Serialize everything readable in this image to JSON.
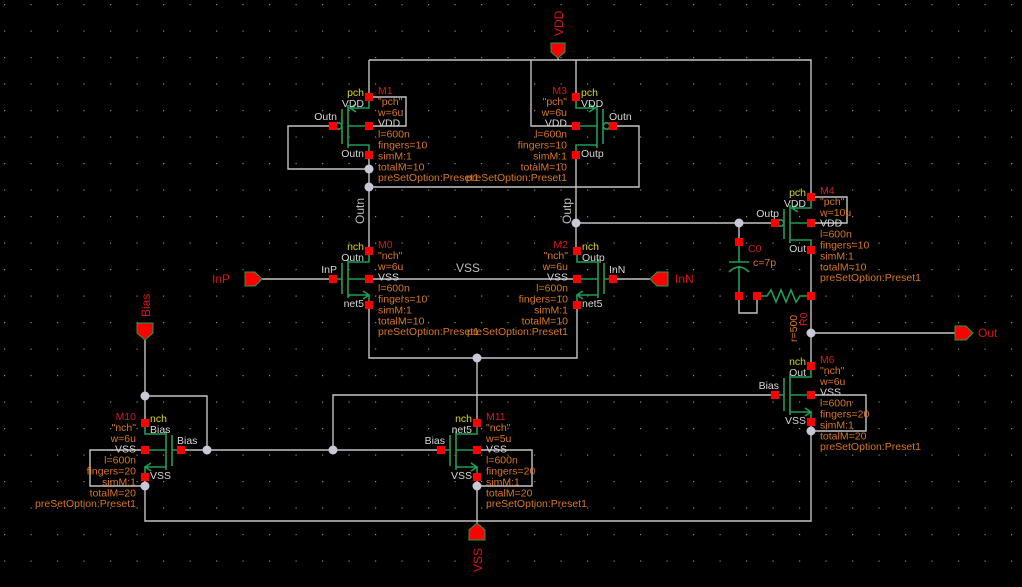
{
  "colors": {
    "background": "#000000",
    "wire": "#c4c4c8",
    "symbol": "#1f9d55",
    "pin": "#ff0000",
    "instance_name": "#d21c1c",
    "parameter": "#d9781c",
    "model_label": "#d8d820"
  },
  "pins": {
    "vdd": {
      "label": "VDD",
      "direction": "input"
    },
    "inp": {
      "label": "InP",
      "direction": "input"
    },
    "inn": {
      "label": "InN",
      "direction": "input"
    },
    "out": {
      "label": "Out",
      "direction": "output"
    },
    "bias": {
      "label": "Bias",
      "direction": "input"
    },
    "vss": {
      "label": "VSS",
      "direction": "input"
    }
  },
  "nets": {
    "outn": "Outn",
    "outp": "Outp",
    "vss": "VSS"
  },
  "instances": [
    {
      "id": "M1",
      "name": "M1",
      "model": "pch",
      "terminals": {
        "top": "VDD",
        "gate": "Outn",
        "bulk": "VDD",
        "bottom": "Outn"
      },
      "params": [
        "\"pch\"",
        "w=6u",
        "l=600n",
        "fingers=10",
        "simM:1",
        "totalM=10",
        "preSetOption:Preset1"
      ]
    },
    {
      "id": "M3",
      "name": "M3",
      "model": "pch",
      "terminals": {
        "top": "VDD",
        "gate": "Outn",
        "bulk": "VDD",
        "bottom": "Outp"
      },
      "params": [
        "\"pch\"",
        "w=6u",
        "l=600n",
        "fingers=10",
        "simM:1",
        "totalM=10",
        "preSetOption:Preset1"
      ]
    },
    {
      "id": "M0",
      "name": "M0",
      "model": "nch",
      "terminals": {
        "top": "Outn",
        "gate": "InP",
        "bulk": "VSS",
        "bottom": "net5"
      },
      "params": [
        "\"nch\"",
        "w=6u",
        "l=600n",
        "fingers=10",
        "simM:1",
        "totalM=10",
        "preSetOption:Preset1"
      ]
    },
    {
      "id": "M2",
      "name": "M2",
      "model": "nch",
      "terminals": {
        "top": "Outp",
        "gate": "InN",
        "bulk": "VSS",
        "bottom": "net5"
      },
      "params": [
        "\"nch\"",
        "w=6u",
        "l=600n",
        "fingers=10",
        "simM:1",
        "totalM=10",
        "preSetOption:Preset1"
      ]
    },
    {
      "id": "M4",
      "name": "M4",
      "model": "pch",
      "terminals": {
        "top": "VDD",
        "gate": "Outp",
        "bulk": "VDD",
        "bottom": "Out"
      },
      "params": [
        "\"pch\"",
        "w=10u",
        "l=600n",
        "fingers=10",
        "simM:1",
        "totalM=10",
        "preSetOption:Preset1"
      ]
    },
    {
      "id": "M6",
      "name": "M6",
      "model": "nch",
      "terminals": {
        "top": "Out",
        "gate": "Bias",
        "bulk": "VSS",
        "bottom": "VSS"
      },
      "params": [
        "\"nch\"",
        "w=6u",
        "l=600n",
        "fingers=20",
        "simM:1",
        "totalM=20",
        "preSetOption:Preset1"
      ]
    },
    {
      "id": "M10",
      "name": "M10",
      "model": "nch",
      "terminals": {
        "top": "Bias",
        "gate": "Bias",
        "bulk": "VSS",
        "bottom": "VSS"
      },
      "params": [
        "\"nch\"",
        "w=6u",
        "l=600n",
        "fingers=20",
        "simM:1",
        "totalM=20",
        "preSetOption:Preset1"
      ]
    },
    {
      "id": "M11",
      "name": "M11",
      "model": "nch",
      "terminals": {
        "top": "net5",
        "gate": "Bias",
        "bulk": "VSS",
        "bottom": "VSS"
      },
      "params": [
        "\"nch\"",
        "w=5u",
        "l=600n",
        "fingers=20",
        "simM:1",
        "totalM=20",
        "preSetOption:Preset1"
      ]
    }
  ],
  "capacitor": {
    "name": "C0",
    "value": "c=7p"
  },
  "resistor": {
    "name": "R0",
    "value": "r=500"
  }
}
